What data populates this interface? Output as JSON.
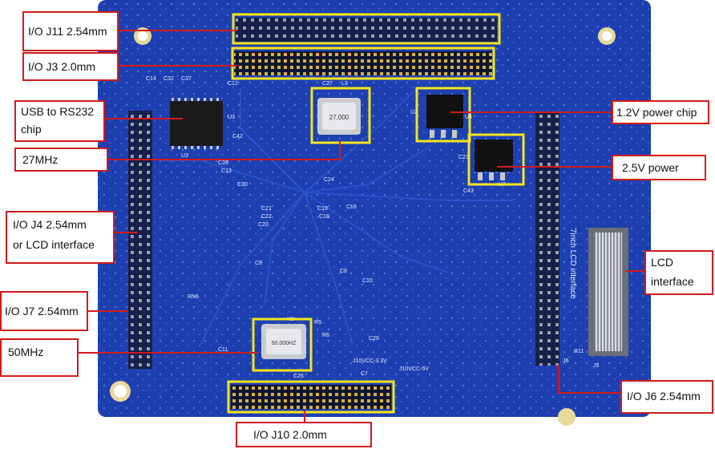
{
  "labels": {
    "j11": "I/O J11 2.54mm",
    "j3": "I/O J3 2.0mm",
    "usb_line1": "USB to RS232",
    "usb_line2": "chip",
    "osc27": "27MHz",
    "j4_line1": "I/O J4 2.54mm",
    "j4_line2": "or LCD interface",
    "j7": "I/O J7 2.54mm",
    "osc50": "50MHz",
    "j10": "I/O J10 2.0mm",
    "pwr12": "1.2V power chip",
    "pwr25": "2.5V power",
    "lcd_line1": "LCD",
    "lcd_line2": "interface",
    "j6": "I/O J6 2.54mm"
  },
  "board_silkscreen": {
    "lcd": "7inch LCD interface",
    "osc_top_chip": "27.000",
    "osc_bottom_chip": "50.000HZ",
    "vcc_a": "J10VCC-3.3V",
    "vcc_b": "J10VCC-5V",
    "refs": [
      "C14",
      "C32",
      "C37",
      "C12",
      "C27",
      "L3",
      "U3",
      "C42",
      "C39",
      "C13",
      "C30",
      "C24",
      "C21",
      "C22",
      "C19",
      "C18",
      "C16",
      "C9",
      "C8",
      "C10",
      "C43",
      "C26",
      "C11",
      "C23",
      "C7",
      "U7",
      "U4",
      "J5",
      "J6",
      "R11",
      "R5",
      "R6",
      "Y2",
      "RN6",
      "C29",
      "C20",
      "U2",
      "U3"
    ]
  },
  "colors": {
    "pcb": "#1d3fb0",
    "pcb_dark": "#13297a",
    "callout_border": "#d11b1b",
    "highlight": "#f2e51b",
    "header_pin": "#d6b23a"
  }
}
